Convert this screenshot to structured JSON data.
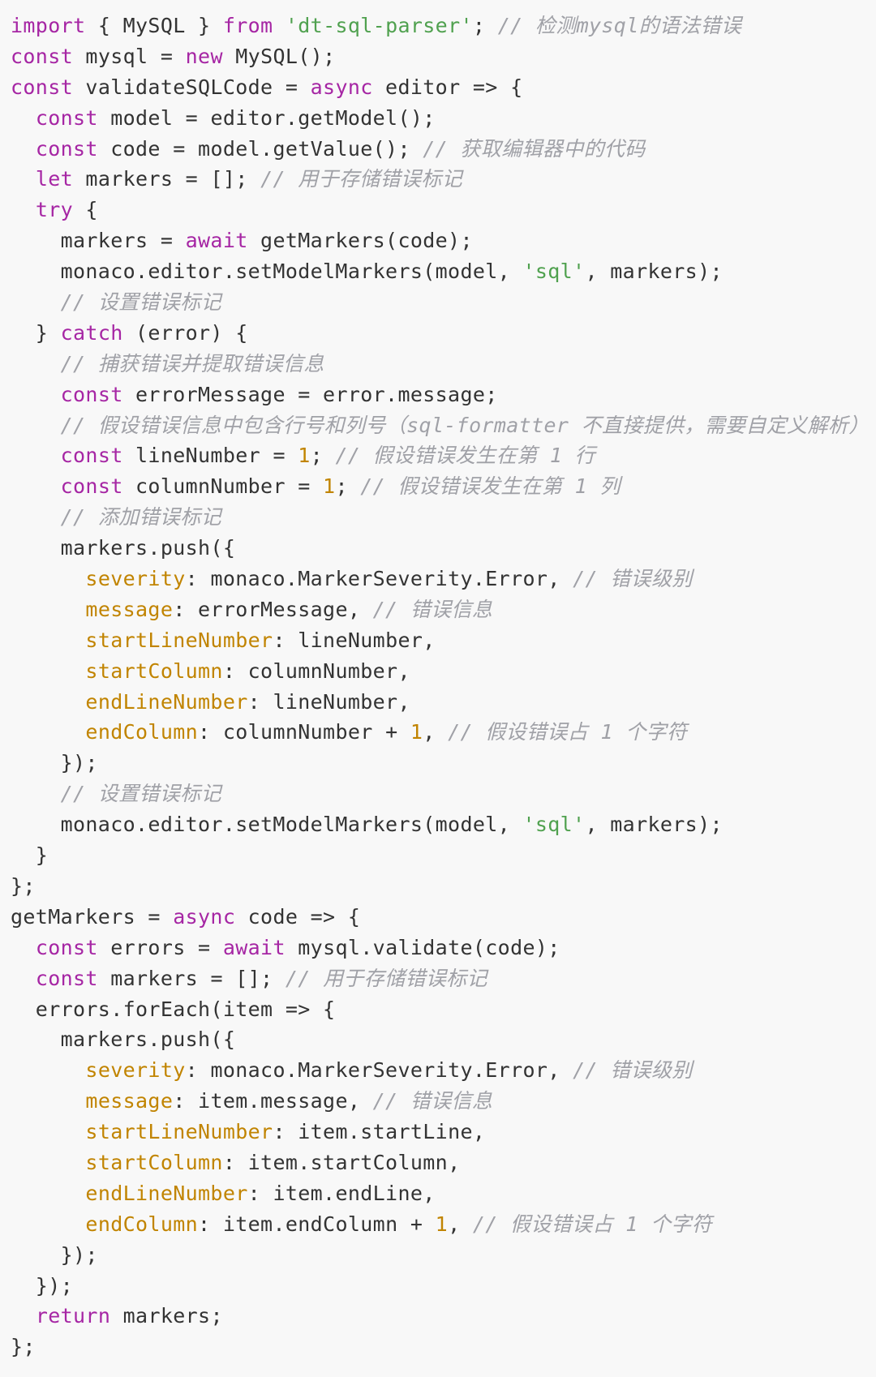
{
  "code_viewer": {
    "language": "javascript",
    "colors": {
      "background": "#f8f8f8",
      "text": "#333333",
      "keyword": "#a626a4",
      "string": "#50a14f",
      "number": "#c18401",
      "property": "#c18401",
      "comment": "#a0a1a7"
    },
    "lines": [
      [
        [
          "kw",
          "import"
        ],
        [
          "tx",
          " { MySQL } "
        ],
        [
          "kw",
          "from"
        ],
        [
          "tx",
          " "
        ],
        [
          "str",
          "'dt-sql-parser'"
        ],
        [
          "tx",
          "; "
        ],
        [
          "cm",
          "// 检测mysql的语法错误"
        ]
      ],
      [
        [
          "kw",
          "const"
        ],
        [
          "tx",
          " mysql = "
        ],
        [
          "kw",
          "new"
        ],
        [
          "tx",
          " MySQL();"
        ]
      ],
      [
        [
          "kw",
          "const"
        ],
        [
          "tx",
          " validateSQLCode = "
        ],
        [
          "kw",
          "async"
        ],
        [
          "tx",
          " editor => {"
        ]
      ],
      [
        [
          "tx",
          "  "
        ],
        [
          "kw",
          "const"
        ],
        [
          "tx",
          " model = editor.getModel();"
        ]
      ],
      [
        [
          "tx",
          "  "
        ],
        [
          "kw",
          "const"
        ],
        [
          "tx",
          " code = model.getValue(); "
        ],
        [
          "cm",
          "// 获取编辑器中的代码"
        ]
      ],
      [
        [
          "tx",
          "  "
        ],
        [
          "kw",
          "let"
        ],
        [
          "tx",
          " markers = []; "
        ],
        [
          "cm",
          "// 用于存储错误标记"
        ]
      ],
      [
        [
          "tx",
          "  "
        ],
        [
          "kw",
          "try"
        ],
        [
          "tx",
          " {"
        ]
      ],
      [
        [
          "tx",
          "    markers = "
        ],
        [
          "kw",
          "await"
        ],
        [
          "tx",
          " getMarkers(code);"
        ]
      ],
      [
        [
          "tx",
          "    monaco.editor.setModelMarkers(model, "
        ],
        [
          "str",
          "'sql'"
        ],
        [
          "tx",
          ", markers);"
        ]
      ],
      [
        [
          "tx",
          "    "
        ],
        [
          "cm",
          "// 设置错误标记"
        ]
      ],
      [
        [
          "tx",
          "  } "
        ],
        [
          "kw",
          "catch"
        ],
        [
          "tx",
          " (error) {"
        ]
      ],
      [
        [
          "tx",
          "    "
        ],
        [
          "cm",
          "// 捕获错误并提取错误信息"
        ]
      ],
      [
        [
          "tx",
          "    "
        ],
        [
          "kw",
          "const"
        ],
        [
          "tx",
          " errorMessage = error.message;"
        ]
      ],
      [
        [
          "tx",
          "    "
        ],
        [
          "cm",
          "// 假设错误信息中包含行号和列号（sql-formatter 不直接提供，需要自定义解析）"
        ]
      ],
      [
        [
          "tx",
          "    "
        ],
        [
          "kw",
          "const"
        ],
        [
          "tx",
          " lineNumber = "
        ],
        [
          "num",
          "1"
        ],
        [
          "tx",
          "; "
        ],
        [
          "cm",
          "// 假设错误发生在第 1 行"
        ]
      ],
      [
        [
          "tx",
          "    "
        ],
        [
          "kw",
          "const"
        ],
        [
          "tx",
          " columnNumber = "
        ],
        [
          "num",
          "1"
        ],
        [
          "tx",
          "; "
        ],
        [
          "cm",
          "// 假设错误发生在第 1 列"
        ]
      ],
      [
        [
          "tx",
          "    "
        ],
        [
          "cm",
          "// 添加错误标记"
        ]
      ],
      [
        [
          "tx",
          "    markers.push({"
        ]
      ],
      [
        [
          "tx",
          "      "
        ],
        [
          "prop",
          "severity"
        ],
        [
          "tx",
          ": monaco.MarkerSeverity.Error, "
        ],
        [
          "cm",
          "// 错误级别"
        ]
      ],
      [
        [
          "tx",
          "      "
        ],
        [
          "prop",
          "message"
        ],
        [
          "tx",
          ": errorMessage, "
        ],
        [
          "cm",
          "// 错误信息"
        ]
      ],
      [
        [
          "tx",
          "      "
        ],
        [
          "prop",
          "startLineNumber"
        ],
        [
          "tx",
          ": lineNumber,"
        ]
      ],
      [
        [
          "tx",
          "      "
        ],
        [
          "prop",
          "startColumn"
        ],
        [
          "tx",
          ": columnNumber,"
        ]
      ],
      [
        [
          "tx",
          "      "
        ],
        [
          "prop",
          "endLineNumber"
        ],
        [
          "tx",
          ": lineNumber,"
        ]
      ],
      [
        [
          "tx",
          "      "
        ],
        [
          "prop",
          "endColumn"
        ],
        [
          "tx",
          ": columnNumber + "
        ],
        [
          "num",
          "1"
        ],
        [
          "tx",
          ", "
        ],
        [
          "cm",
          "// 假设错误占 1 个字符"
        ]
      ],
      [
        [
          "tx",
          "    });"
        ]
      ],
      [
        [
          "tx",
          "    "
        ],
        [
          "cm",
          "// 设置错误标记"
        ]
      ],
      [
        [
          "tx",
          "    monaco.editor.setModelMarkers(model, "
        ],
        [
          "str",
          "'sql'"
        ],
        [
          "tx",
          ", markers);"
        ]
      ],
      [
        [
          "tx",
          "  }"
        ]
      ],
      [
        [
          "tx",
          "};"
        ]
      ],
      [
        [
          "tx",
          "getMarkers = "
        ],
        [
          "kw",
          "async"
        ],
        [
          "tx",
          " code => {"
        ]
      ],
      [
        [
          "tx",
          "  "
        ],
        [
          "kw",
          "const"
        ],
        [
          "tx",
          " errors = "
        ],
        [
          "kw",
          "await"
        ],
        [
          "tx",
          " mysql.validate(code);"
        ]
      ],
      [
        [
          "tx",
          "  "
        ],
        [
          "kw",
          "const"
        ],
        [
          "tx",
          " markers = []; "
        ],
        [
          "cm",
          "// 用于存储错误标记"
        ]
      ],
      [
        [
          "tx",
          "  errors.forEach(item => {"
        ]
      ],
      [
        [
          "tx",
          "    markers.push({"
        ]
      ],
      [
        [
          "tx",
          "      "
        ],
        [
          "prop",
          "severity"
        ],
        [
          "tx",
          ": monaco.MarkerSeverity.Error, "
        ],
        [
          "cm",
          "// 错误级别"
        ]
      ],
      [
        [
          "tx",
          "      "
        ],
        [
          "prop",
          "message"
        ],
        [
          "tx",
          ": item.message, "
        ],
        [
          "cm",
          "// 错误信息"
        ]
      ],
      [
        [
          "tx",
          "      "
        ],
        [
          "prop",
          "startLineNumber"
        ],
        [
          "tx",
          ": item.startLine,"
        ]
      ],
      [
        [
          "tx",
          "      "
        ],
        [
          "prop",
          "startColumn"
        ],
        [
          "tx",
          ": item.startColumn,"
        ]
      ],
      [
        [
          "tx",
          "      "
        ],
        [
          "prop",
          "endLineNumber"
        ],
        [
          "tx",
          ": item.endLine,"
        ]
      ],
      [
        [
          "tx",
          "      "
        ],
        [
          "prop",
          "endColumn"
        ],
        [
          "tx",
          ": item.endColumn + "
        ],
        [
          "num",
          "1"
        ],
        [
          "tx",
          ", "
        ],
        [
          "cm",
          "// 假设错误占 1 个字符"
        ]
      ],
      [
        [
          "tx",
          "    });"
        ]
      ],
      [
        [
          "tx",
          "  });"
        ]
      ],
      [
        [
          "tx",
          "  "
        ],
        [
          "kw",
          "return"
        ],
        [
          "tx",
          " markers;"
        ]
      ],
      [
        [
          "tx",
          "};"
        ]
      ]
    ]
  }
}
